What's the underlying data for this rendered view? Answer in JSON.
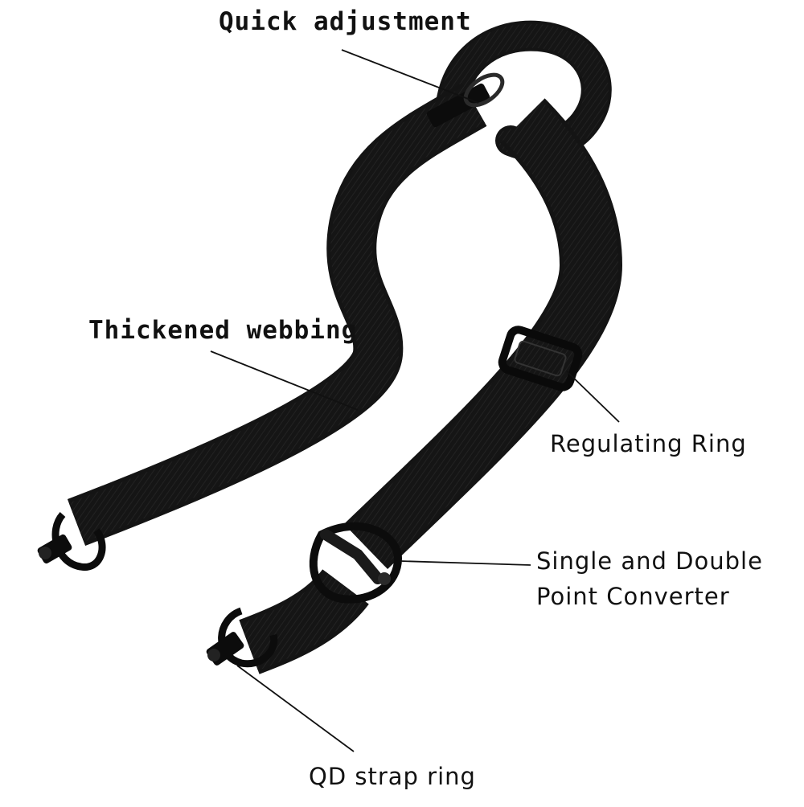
{
  "labels": {
    "quick_adjustment": "Quick adjustment",
    "thickened_webbing": "Thickened webbing",
    "regulating_ring": "Regulating Ring",
    "converter_line1": "Single and Double",
    "converter_line2": "Point Converter",
    "qd_strap_ring": "QD strap ring"
  },
  "colors": {
    "strap": "#141414",
    "text": "#111111",
    "background": "#ffffff"
  }
}
